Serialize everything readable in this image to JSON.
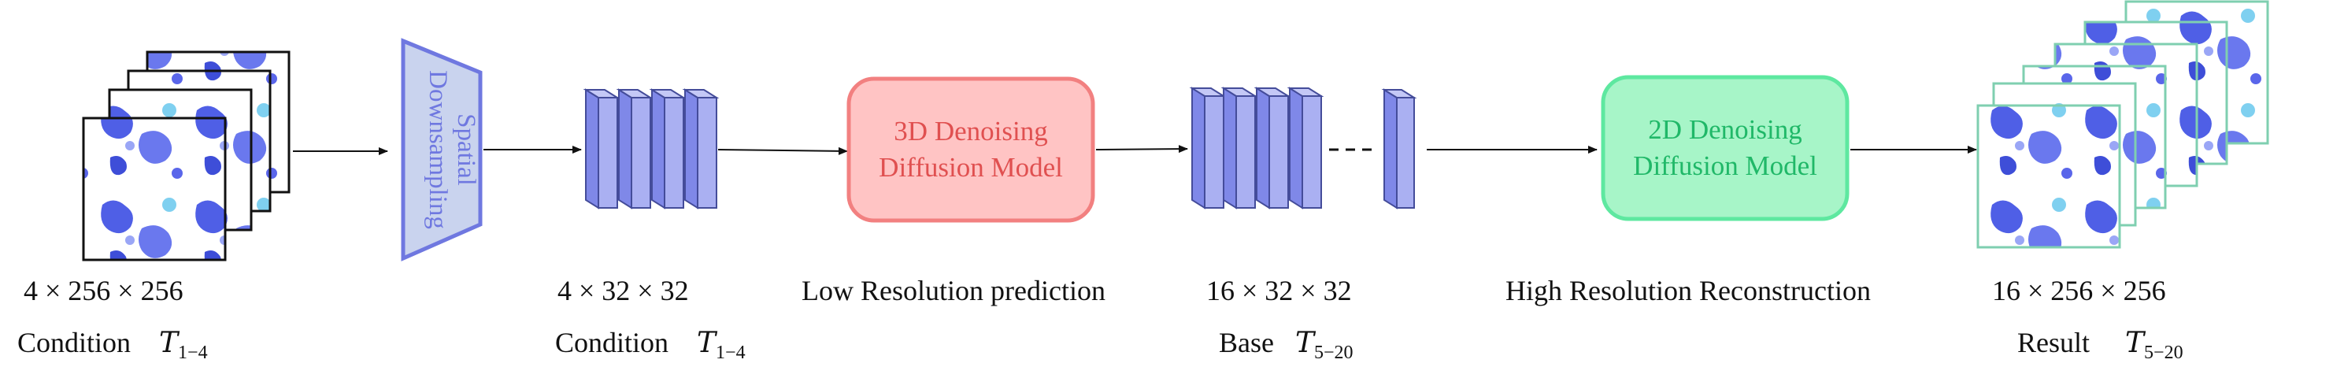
{
  "colors": {
    "downsample_stroke": "#6f78e0",
    "downsample_fill": "#c9d3ee",
    "model3d_stroke": "#f28080",
    "model3d_fill": "#ffc4c4",
    "model3d_text": "#e05050",
    "model2d_stroke": "#5ee8a0",
    "model2d_fill": "#a7f5c8",
    "model2d_text": "#20b868",
    "tensor_fill": "#aab0f2",
    "tensor_stroke": "#444c9a",
    "radar_blue": "#4f5fe6",
    "result_frame": "#7fcfb0"
  },
  "blocks": {
    "downsampling": [
      "Spatial",
      "Downsampling"
    ],
    "model3d": [
      "3D Denoising",
      "Diffusion Model"
    ],
    "model2d": [
      "2D Denoising",
      "Diffusion Model"
    ]
  },
  "labels": {
    "input_dims": "4 × 256 × 256",
    "input_caption": "Condition",
    "input_var": "T",
    "input_sub": "1−4",
    "lowres_dims": "4 × 32 × 32",
    "lowres_caption": "Condition",
    "lowres_var": "T",
    "lowres_sub": "1−4",
    "lowres_step": "Low Resolution prediction",
    "base_dims": "16 × 32 × 32",
    "base_caption": "Base",
    "base_var": "T",
    "base_sub": "5−20",
    "highres_step": "High Resolution Reconstruction",
    "result_dims": "16 × 256 × 256",
    "result_caption": "Result",
    "result_var": "T",
    "result_sub": "5−20"
  }
}
